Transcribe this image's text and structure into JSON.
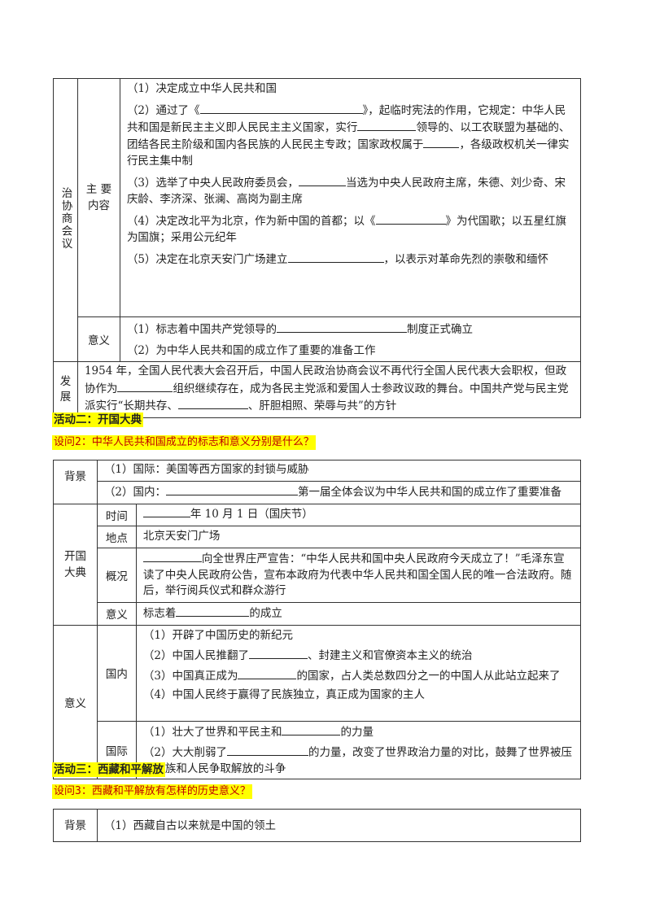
{
  "t1": {
    "rowhead": "政治协商会议",
    "rowhead_short": "治协商会议",
    "content_label": "主 要 内容",
    "content": [
      {
        "pre": "（1）决定成立中华人民共和国"
      },
      {
        "pre": "（2）通过了《",
        "mid1": "》，起临时宪法的作用，它规定：中华人民共和国是新民主主义即人民民主主义国家，实行",
        "mid2": "领导的、以工农联盟为基础的、团结各民主阶级和国内各民族的人民民主专政；国家政权属于",
        "post": "，各级政权机关一律实行民主集中制"
      },
      {
        "pre": "（3）选举了中央人民政府委员会，",
        "post": "当选为中央人民政府主席，朱德、刘少奇、宋庆龄、李济深、张澜、高岗为副主席"
      },
      {
        "pre": "（4）决定改北平为北京，作为新中国的首都；以《",
        "post": "》为代国歌；以五星红旗为国旗；采用公元纪年"
      },
      {
        "pre": "（5）决定在北京天安门广场建立",
        "post": "，以表示对革命先烈的崇敬和缅怀"
      }
    ],
    "meaning_label": "意义",
    "meaning": [
      {
        "pre": "（1）标志着中国共产党领导的",
        "post": "制度正式确立"
      },
      {
        "pre": "（2）为中华人民共和国的成立作了重要的准备工作"
      }
    ],
    "dev_label": "发展",
    "dev": {
      "pre": "1954 年，全国人民代表大会召开后，中国人民政治协商会议不再代行全国人民代表大会职权，但政协作为",
      "mid": "组织继续存在，成为各民主党派和爱国人士参政议政的舞台。中国共产党与民主党派实行“长期共存、",
      "post": "、肝胆相照、荣辱与共”的方针"
    }
  },
  "activity2": "活动二：开国大典",
  "question2": "设问2：中华人民共和国成立的标志和意义分别是什么？",
  "t2": {
    "bg_label": "背景",
    "bg": [
      {
        "pre": "（1）国际：美国等西方国家的封锁与威胁"
      },
      {
        "pre": "（2）国内：",
        "post": "第一届全体会议为中华人民共和国的成立作了重要准备"
      }
    ],
    "ceremony_label": "开国大典",
    "time_label": "时间",
    "time_post": "年 10 月 1 日（国庆节）",
    "place_label": "地点",
    "place": "北京天安门广场",
    "overview_label": "概况",
    "overview_post": "向全世界庄严宣告：“中华人民共和国中央人民政府今天成立了！”毛泽东宣读了中央人民政府公告，宣布本政府为代表中华人民共和国全国人民的唯一合法政府。随后，举行阅兵仪式和群众游行",
    "sig_label": "意义",
    "sig_pre": "标志着",
    "sig_post": "的成立",
    "meaning_label": "意义",
    "domestic_label": "国内",
    "domestic": [
      {
        "pre": "（1）开辟了中国历史的新纪元"
      },
      {
        "pre": "（2）中国人民推翻了",
        "post": "、封建主义和官僚资本主义的统治"
      },
      {
        "pre": "（3）中国真正成为",
        "post": "的国家，占人类总数四分之一的中国人从此站立起来了"
      },
      {
        "pre": "（4）中国人民终于赢得了民族独立，真正成为国家的主人"
      }
    ],
    "intl_label": "国际",
    "intl": [
      {
        "pre": "（1）壮大了世界和平民主和",
        "post": "的力量"
      },
      {
        "pre": "（2）大大削弱了",
        "post": "的力量，改变了世界政治力量的对比，鼓舞了世界被压迫民族和人民争取解放的斗争"
      }
    ]
  },
  "activity3": "活动三：西藏和平解放",
  "question3": "设问3：西藏和平解放有怎样的历史意义？",
  "t3": {
    "bg_label": "背景",
    "bg1": "（1）西藏自古以来就是中国的领土"
  }
}
